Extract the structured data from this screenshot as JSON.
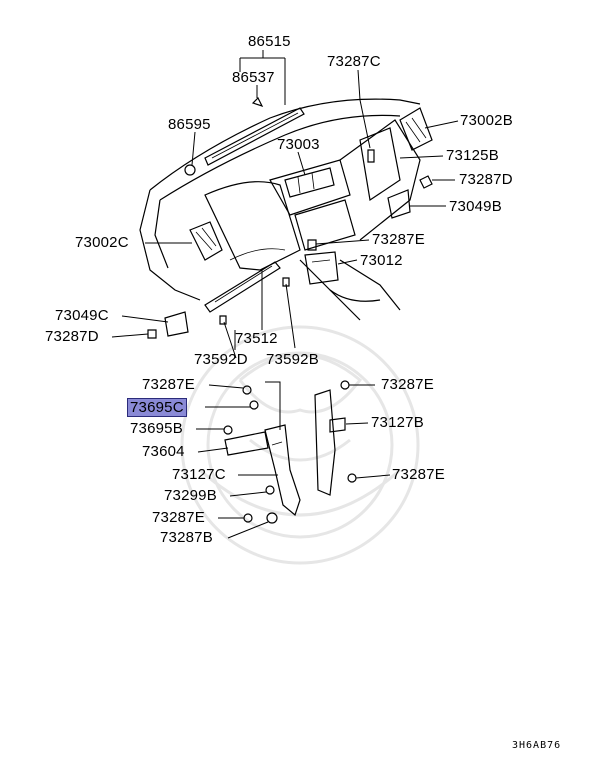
{
  "labels": {
    "l86515": "86515",
    "l86537": "86537",
    "l73287C": "73287C",
    "l86595": "86595",
    "l73003": "73003",
    "l73002B": "73002B",
    "l73125B": "73125B",
    "l73287D_r": "73287D",
    "l73049B": "73049B",
    "l73002C": "73002C",
    "l73287E_1": "73287E",
    "l73012": "73012",
    "l73049C": "73049C",
    "l73287D_l": "73287D",
    "l73512": "73512",
    "l73592D": "73592D",
    "l73592B": "73592B",
    "l73287E_2": "73287E",
    "l73287E_3": "73287E",
    "l73695C": "73695C",
    "l73127B": "73127B",
    "l73695B": "73695B",
    "l73604": "73604",
    "l73127C": "73127C",
    "l73287E_4": "73287E",
    "l73299B": "73299B",
    "l73287E_5": "73287E",
    "l73287B": "73287B"
  },
  "highlighted_part": "73695C",
  "diagram_code": "3H6AB76",
  "colors": {
    "highlight": "#8a8ad6",
    "ink": "#000000",
    "background": "#ffffff"
  }
}
